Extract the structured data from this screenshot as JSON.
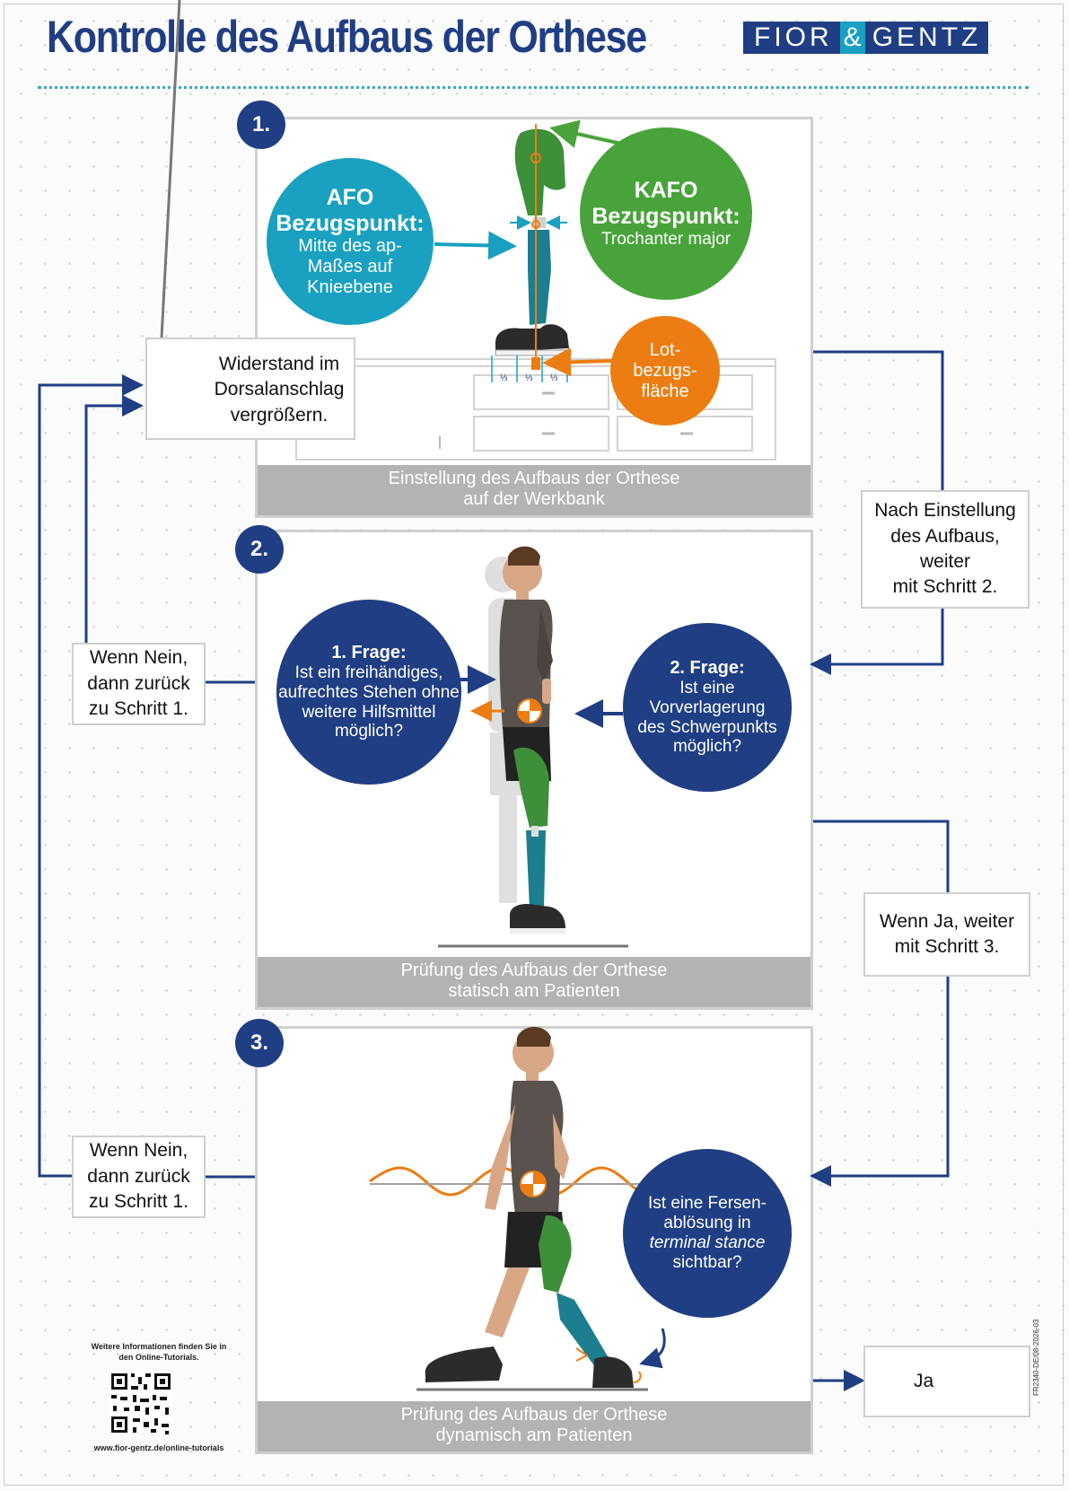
{
  "title": "Kontrolle des Aufbaus der Orthese",
  "logo": {
    "part1": "FIOR",
    "amp": "&",
    "part2": "GENTZ"
  },
  "colors": {
    "navy": "#1f3e84",
    "teal": "#1aa0c0",
    "green": "#48a43a",
    "orange": "#ec7d12",
    "gray": "#b3b3b3",
    "check": "#4cb034"
  },
  "step1": {
    "number": "1.",
    "caption": [
      "Einstellung des Aufbaus der Orthese",
      "auf der Werkbank"
    ],
    "afo": {
      "title": [
        "AFO",
        "Bezugspunkt:"
      ],
      "text": [
        "Mitte des ap-",
        "Maßes auf",
        "Knieebene"
      ]
    },
    "kafo": {
      "title": [
        "KAFO",
        "Bezugspunkt:"
      ],
      "text": [
        "Trochanter major"
      ]
    },
    "lot": [
      "Lot-",
      "bezugs-",
      "fläche"
    ],
    "thirds": [
      "⅓",
      "⅓",
      "⅓"
    ],
    "screwdriver_note": [
      "Widerstand im",
      "Dorsalanschlag",
      "vergrößern."
    ]
  },
  "after_step1_note": [
    "Nach Einstellung",
    "des Aufbaus,",
    "weiter",
    "mit Schritt 2."
  ],
  "step2": {
    "number": "2.",
    "caption": [
      "Prüfung des Aufbaus der Orthese",
      "statisch am Patienten"
    ],
    "q1": {
      "title": "1. Frage:",
      "text": [
        "Ist ein freihändiges,",
        "aufrechtes Stehen ohne",
        "weitere Hilfsmittel",
        "möglich?"
      ]
    },
    "q2": {
      "title": "2. Frage:",
      "text": [
        "Ist eine",
        "Vorverlagerung",
        "des Schwerpunkts",
        "möglich?"
      ]
    },
    "no_note": [
      "Wenn Nein,",
      "dann zurück",
      "zu Schritt 1."
    ],
    "yes_note": [
      "Wenn Ja, weiter",
      "mit Schritt 3."
    ]
  },
  "step3": {
    "number": "3.",
    "caption": [
      "Prüfung des Aufbaus der Orthese",
      "dynamisch am Patienten"
    ],
    "q": [
      "Ist eine Fersen-",
      "ablösung in",
      "terminal stance",
      "sichtbar?"
    ],
    "no_note": [
      "Wenn Nein,",
      "dann zurück",
      "zu Schritt 1."
    ],
    "yes_result": "Ja"
  },
  "footer": {
    "info": [
      "Weitere Informationen finden Sie in",
      "den Online-Tutorials."
    ],
    "url": "www.fior-gentz.de/online-tutorials",
    "doc_id": "FR2340-DE/08-2026-03"
  }
}
